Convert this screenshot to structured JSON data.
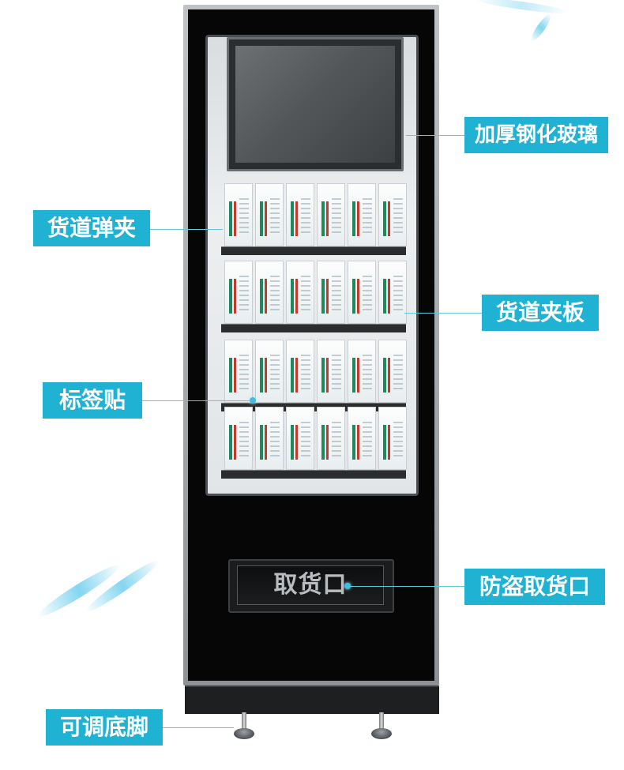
{
  "product": {
    "pickup_slot_text": "取货口"
  },
  "callouts": [
    {
      "id": "glass",
      "text": "加厚钢化玻璃"
    },
    {
      "id": "spring",
      "text": "货道弹夹"
    },
    {
      "id": "panel",
      "text": "货道夹板"
    },
    {
      "id": "sticker",
      "text": "标签贴"
    },
    {
      "id": "anti_theft",
      "text": "防盗取货口"
    },
    {
      "id": "feet",
      "text": "可调底脚"
    }
  ],
  "colors": {
    "label_bg": "#1fb2d3",
    "label_text": "#ffffff",
    "cabinet": "#060607"
  }
}
